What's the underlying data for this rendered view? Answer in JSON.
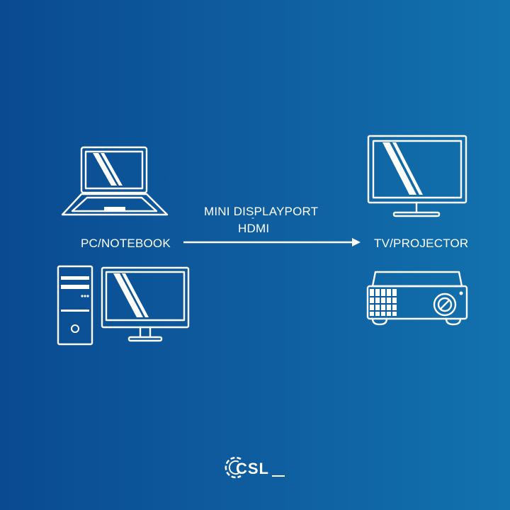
{
  "source": {
    "label": "PC/NOTEBOOK"
  },
  "connection": {
    "line1": "MINI DISPLAYPORT",
    "separator": "-",
    "line2": "HDMI"
  },
  "target": {
    "label": "TV/PROJECTOR"
  },
  "brand": {
    "logo_text": "CSL"
  },
  "colors": {
    "background_left": "#0a4a91",
    "background_right": "#1272ae",
    "foreground": "#ffffff"
  }
}
